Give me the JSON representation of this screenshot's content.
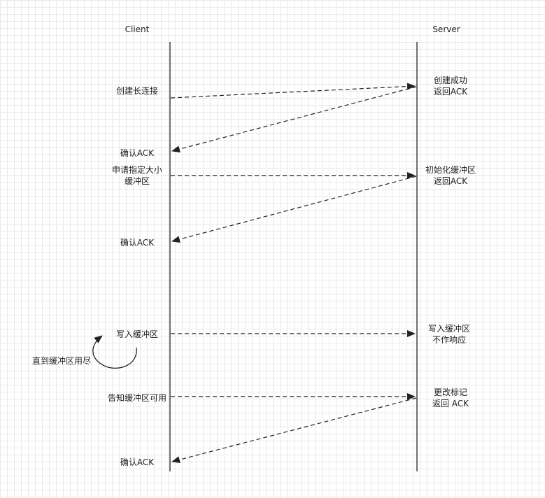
{
  "participants": {
    "client": "Client",
    "server": "Server"
  },
  "client_labels": {
    "create_connection": "创建长连接",
    "confirm_ack_1": "确认ACK",
    "request_buffer_line1": "申请指定大小",
    "request_buffer_line2": "缓冲区",
    "confirm_ack_2": "确认ACK",
    "write_buffer": "写入缓冲区",
    "until_exhausted": "直到缓冲区用尽",
    "notify_available": "告知缓冲区可用",
    "confirm_ack_3": "确认ACK"
  },
  "server_labels": {
    "created_line1": "创建成功",
    "created_line2": "返回ACK",
    "init_buffer_line1": "初始化缓冲区",
    "init_buffer_line2": "返回ACK",
    "write_buffer_line1": "写入缓冲区",
    "write_buffer_line2": "不作响应",
    "update_mark_line1": "更改标记",
    "update_mark_line2": "返回 ACK"
  },
  "colors": {
    "line": "#222222",
    "grid": "#e9e9e9",
    "text": "#1f1f1f"
  }
}
